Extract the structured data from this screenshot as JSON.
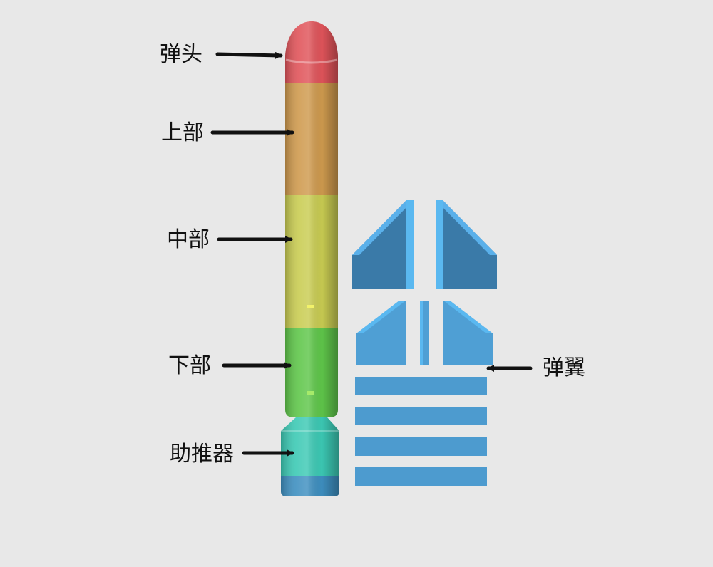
{
  "diagram": {
    "labels": {
      "warhead": "弹头",
      "upper": "上部",
      "middle": "中部",
      "lower": "下部",
      "booster": "助推器",
      "fins": "弹翼"
    },
    "colors": {
      "background": "#e8e8e8",
      "warhead": "#e0545a",
      "upper": "#cf9a4e",
      "middle": "#c9cc52",
      "lower": "#5fc64a",
      "booster": "#3cc9b4",
      "booster_base": "#3e8fc0",
      "fins": "#4d9bcf",
      "arrows": "#111111"
    }
  }
}
